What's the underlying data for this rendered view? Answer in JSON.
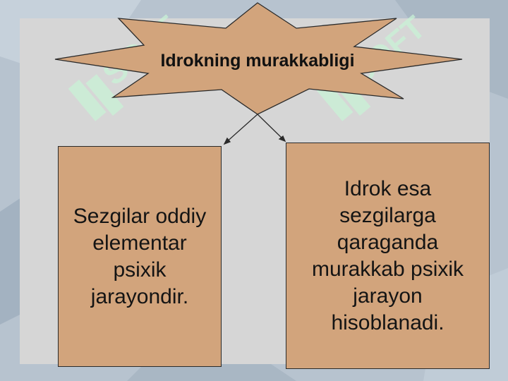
{
  "theme": {
    "background": "#b7c3cf",
    "panel": "#d6d6d6",
    "shape_fill": "#d2a47c",
    "outline": "#2a2a2a",
    "watermark": "#c9f2d6"
  },
  "title": "Idrokning murakkabligi",
  "left_box": {
    "text": "Sezgilar oddiy elementar psixik jarayondir."
  },
  "right_box": {
    "text": "Idrok esa sezgilarga qaraganda murakkab psixik jarayon hisoblanadi."
  }
}
